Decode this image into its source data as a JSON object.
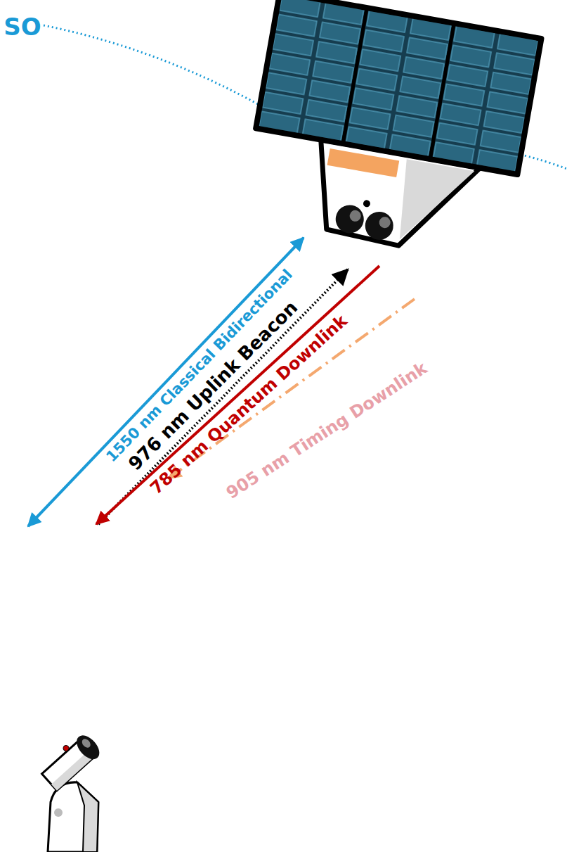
{
  "diagram": {
    "labels": [
      "SO",
      "1550 nm Classical Bidirectional",
      "976 nm Uplink Beacon",
      "785 nm Quantum Downlink",
      "905 nm Timing Downlink"
    ]
  }
}
